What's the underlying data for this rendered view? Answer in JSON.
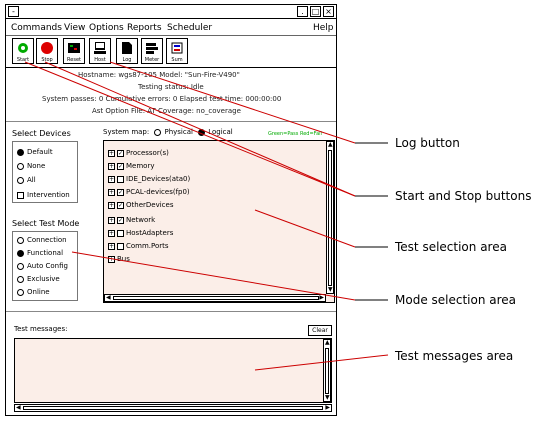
{
  "window": {
    "title": ""
  },
  "menu": {
    "items": [
      "Commands",
      "View",
      "Options",
      "Reports",
      "Scheduler"
    ],
    "help": "Help"
  },
  "toolbar": {
    "buttons": [
      {
        "label": "Start",
        "icon": "start-icon",
        "color": "#00aa00"
      },
      {
        "label": "Stop",
        "icon": "stop-icon",
        "color": "#dd0000"
      },
      {
        "label": "Reset",
        "icon": "reset-icon",
        "color": "#000000"
      },
      {
        "label": "Host",
        "icon": "host-icon",
        "color": "#000000"
      },
      {
        "label": "Log",
        "icon": "log-icon",
        "color": "#000000"
      },
      {
        "label": "Meter",
        "icon": "meter-icon",
        "color": "#000000"
      },
      {
        "label": "Sum",
        "icon": "sum-icon",
        "color": "#000000"
      }
    ]
  },
  "info": {
    "line1": "Hostname: wgs87-105     Model: \"Sun-Fire-V490\"",
    "line2": "Testing status: Idle",
    "line3": "System passes: 0    Cumulative errors: 0    Elapsed test time: 000:00:00",
    "line4": "Ast Option File:     AT Coverage: no_coverage"
  },
  "select_devices": {
    "label": "Select Devices",
    "options": [
      {
        "label": "Default",
        "selected": true
      },
      {
        "label": "None",
        "selected": false
      },
      {
        "label": "All",
        "selected": false
      }
    ],
    "intervention": "Intervention"
  },
  "test_mode": {
    "label": "Select Test Mode",
    "options": [
      {
        "label": "Connection",
        "selected": false
      },
      {
        "label": "Functional",
        "selected": true
      },
      {
        "label": "Auto Config",
        "selected": false
      },
      {
        "label": "Exclusive",
        "selected": false
      },
      {
        "label": "Online",
        "selected": false
      }
    ]
  },
  "system_map": {
    "label": "System map:",
    "physical": "Physical",
    "logical": "Logical",
    "logical_selected": true,
    "status": "Green=Pass  Red=Fail"
  },
  "tree": {
    "items": [
      {
        "label": "Processor(s)",
        "checked": true
      },
      {
        "label": "Memory",
        "checked": true
      },
      {
        "label": "IDE_Devices(ata0)",
        "checked": false
      },
      {
        "label": "PCAL-devices(fp0)",
        "checked": true
      },
      {
        "label": "OtherDevices",
        "checked": true
      },
      {
        "label": "Network",
        "checked": true
      },
      {
        "label": "HostAdapters",
        "checked": false
      },
      {
        "label": "Comm.Ports",
        "checked": false
      },
      {
        "label": "Bus",
        "checked": false
      }
    ]
  },
  "messages": {
    "label": "Test messages:",
    "clear": "Clear"
  },
  "callouts": {
    "log": "Log button",
    "start_stop": "Start and Stop buttons",
    "test_selection": "Test selection area",
    "mode_selection": "Mode selection area",
    "test_messages": "Test messages area"
  }
}
